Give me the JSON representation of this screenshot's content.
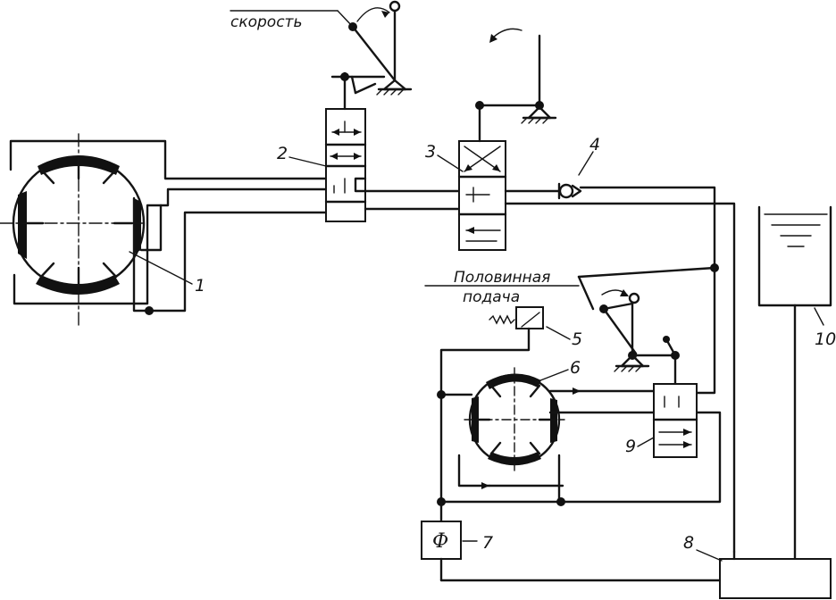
{
  "text": {
    "speed": "скорость",
    "half_feed_line1": "Половинная",
    "half_feed_line2": "подача",
    "filter_symbol": "Ф"
  },
  "labels": {
    "motor_main": "1",
    "distributor_speed": "2",
    "distributor_reverse": "3",
    "check_valve": "4",
    "relief_valve": "5",
    "feed_motor": "6",
    "filter": "7",
    "tank": "8",
    "distributor_feed": "9",
    "reservoir": "10"
  }
}
